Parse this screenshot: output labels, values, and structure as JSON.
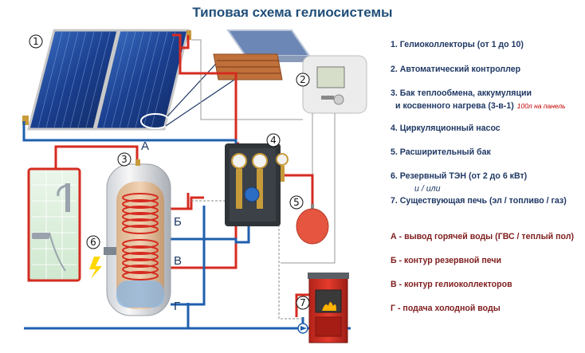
{
  "title": "Типовая схема гелиосистемы",
  "legend": [
    {
      "label": "1. Гелиоколлекторы (от 1 до 10)"
    },
    {
      "label": "2. Автоматический контроллер"
    },
    {
      "label": "3. Бак теплообмена, аккумуляции",
      "label2": "и  косвенного нагрева (3-в-1)",
      "note": "100л на панель"
    },
    {
      "label": "4. Циркуляционный насос"
    },
    {
      "label": "5. Расширительный бак"
    },
    {
      "label": "6. Резервный ТЭН (от 2 до 6 кВт)",
      "or": "и  /  или"
    },
    {
      "label": "7. Существующая печь (эл / топливо / газ)"
    }
  ],
  "pipes": [
    {
      "key": "А",
      "label": "А - вывод горячей воды (ГВС / теплый пол)"
    },
    {
      "key": "Б",
      "label": "Б - контур резервной печи"
    },
    {
      "key": "В",
      "label": "В - контур гелиоколлекторов"
    },
    {
      "key": "Г",
      "label": "Г - подача холодной воды"
    }
  ],
  "markers": [
    "1",
    "2",
    "3",
    "4",
    "5",
    "6",
    "7"
  ],
  "colors": {
    "hot": "#d62b20",
    "cold": "#1f5fae",
    "title": "#1f4e79",
    "legend_text": "#1f3864",
    "pipe_legend_text": "#7f1d1d",
    "panel": "#1b3f8f"
  }
}
